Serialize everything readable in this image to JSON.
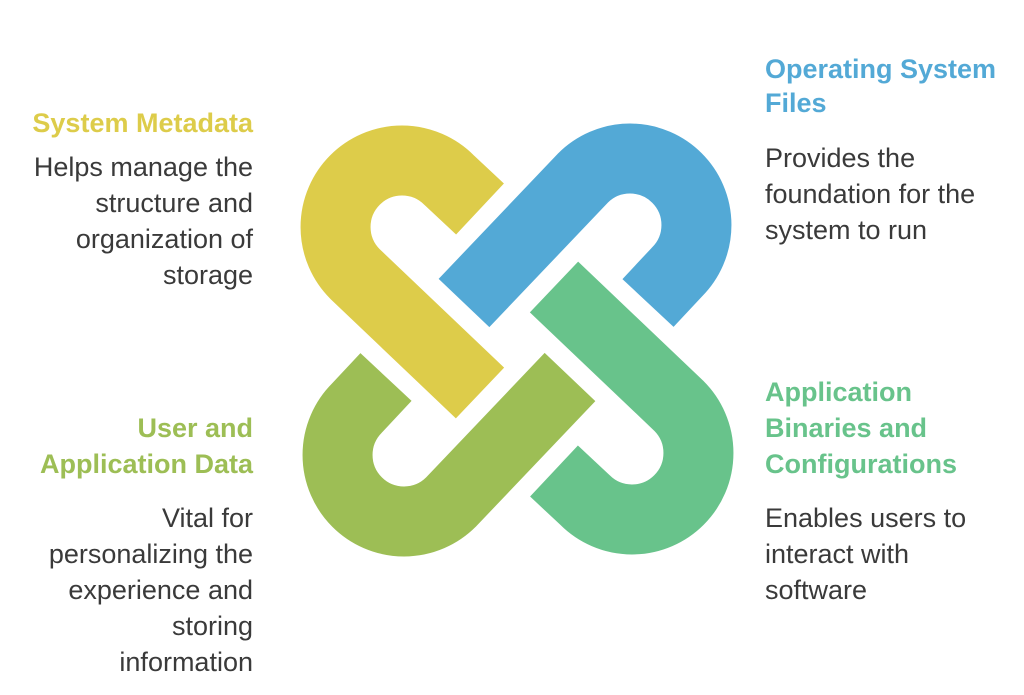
{
  "colors": {
    "system_metadata": "#DDCC4A",
    "os_files": "#53A9D6",
    "app_binaries": "#68C38B",
    "user_data": "#9DBE55",
    "body_text": "#3a3a3a"
  },
  "sections": {
    "system_metadata": {
      "title": [
        "System Metadata"
      ],
      "body": [
        "Helps manage the",
        "structure and",
        "organization of",
        "storage"
      ]
    },
    "os_files": {
      "title": [
        "Operating System",
        "Files"
      ],
      "body": [
        "Provides the",
        "foundation for the",
        "system to run"
      ]
    },
    "user_data": {
      "title": [
        "User and",
        "Application Data"
      ],
      "body": [
        "Vital for",
        "personalizing the",
        "experience and",
        "storing",
        "information"
      ]
    },
    "app_binaries": {
      "title": [
        "Application",
        "Binaries and",
        "Configurations"
      ],
      "body": [
        "Enables users to",
        "interact with",
        "software"
      ]
    }
  }
}
